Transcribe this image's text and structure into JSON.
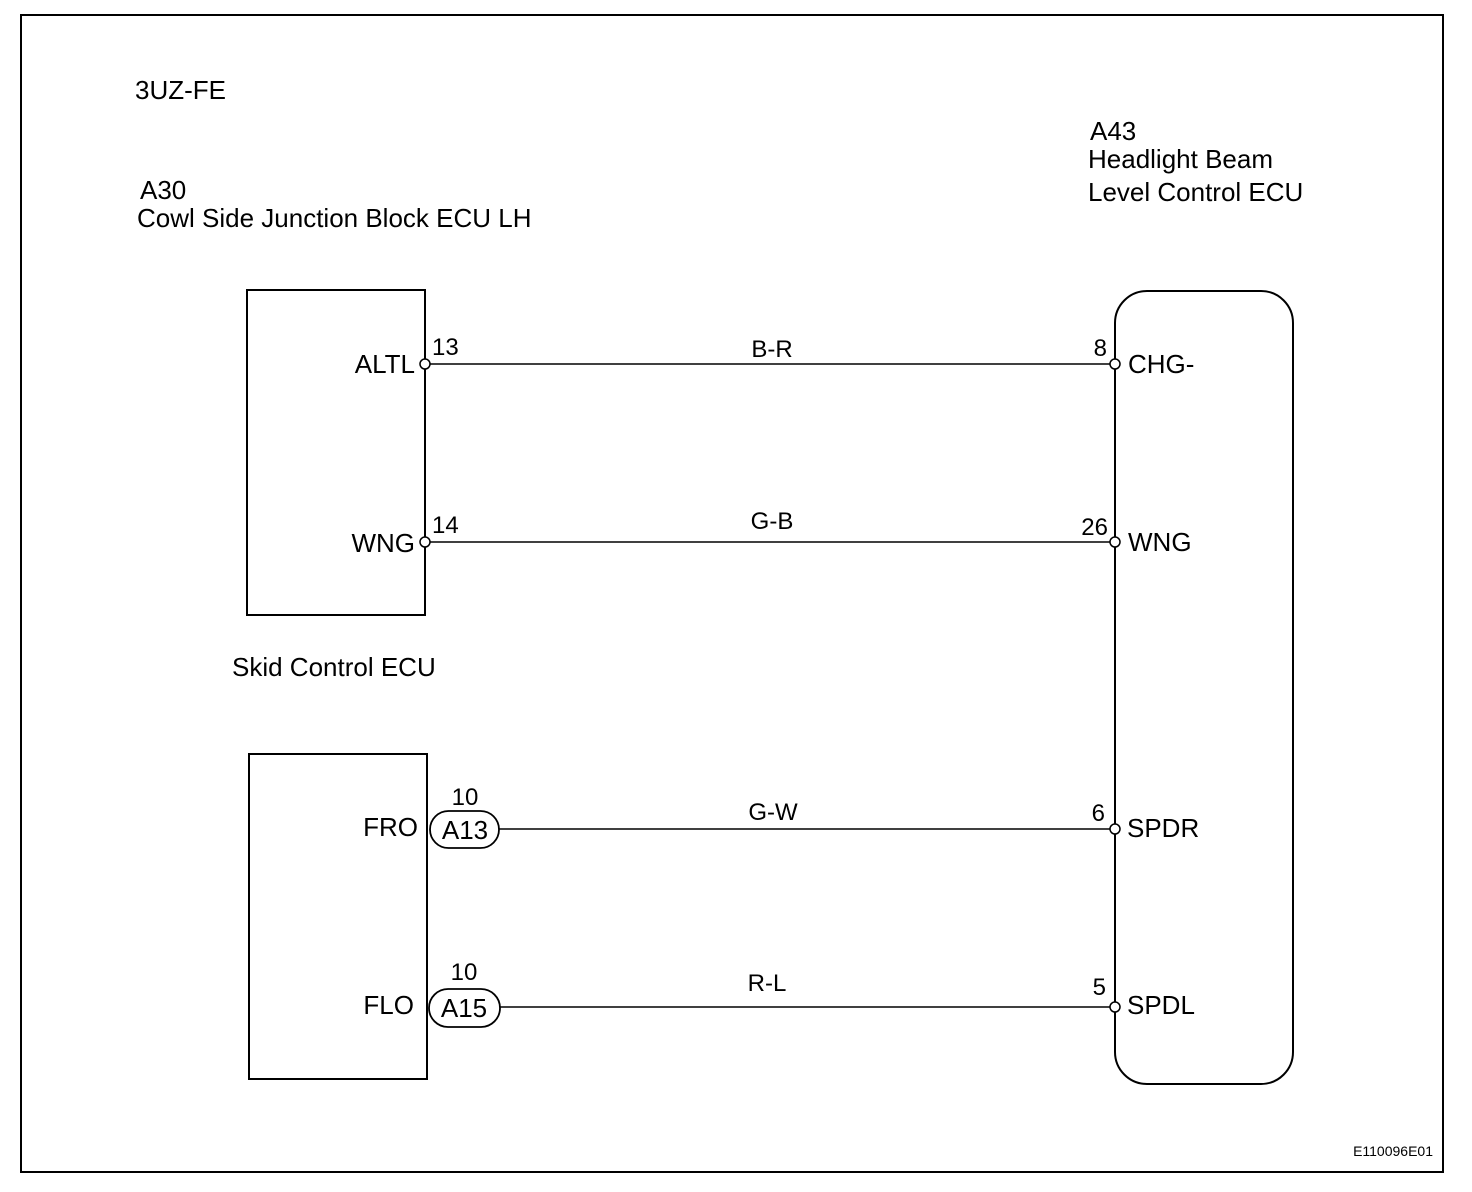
{
  "engine_label": "3UZ-FE",
  "figure_code": "E110096E01",
  "components": {
    "junction_block": {
      "code": "A30",
      "name": "Cowl Side Junction Block ECU LH"
    },
    "headlight_ecu": {
      "code": "A43",
      "name_line1": "Headlight Beam",
      "name_line2": "Level Control ECU"
    },
    "skid_ecu": {
      "name": "Skid Control ECU"
    }
  },
  "wires": [
    {
      "from_terminal": "ALTL",
      "from_pin": "13",
      "color_code": "B-R",
      "to_pin": "8",
      "to_terminal": "CHG-"
    },
    {
      "from_terminal": "WNG",
      "from_pin": "14",
      "color_code": "G-B",
      "to_pin": "26",
      "to_terminal": "WNG"
    },
    {
      "from_terminal": "FRO",
      "from_pin": "10",
      "connector": "A13",
      "color_code": "G-W",
      "to_pin": "6",
      "to_terminal": "SPDR"
    },
    {
      "from_terminal": "FLO",
      "from_pin": "10",
      "connector": "A15",
      "color_code": "R-L",
      "to_pin": "5",
      "to_terminal": "SPDL"
    }
  ]
}
